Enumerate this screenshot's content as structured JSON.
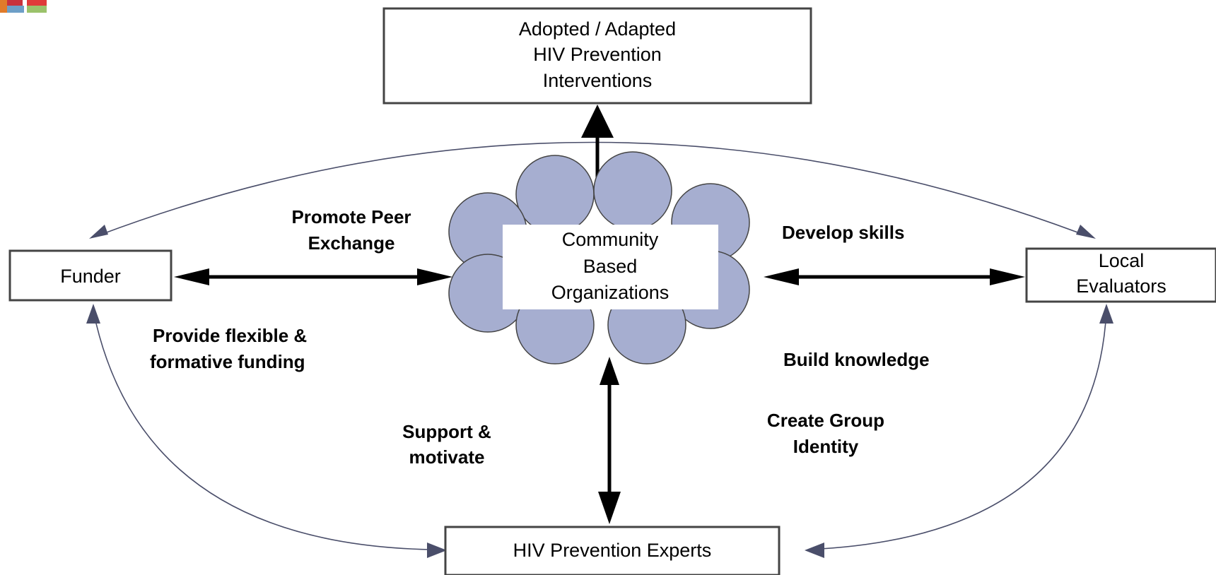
{
  "logo": {
    "colors": [
      "#e07b2a",
      "#c8323c",
      "#e03a3a",
      "#6d9fc7",
      "#9bc26b"
    ]
  },
  "nodes": {
    "interventions": [
      "Adopted / Adapted",
      "HIV Prevention",
      "Interventions"
    ],
    "funder": [
      "Funder"
    ],
    "cbo": [
      "Community",
      "Based",
      "Organizations"
    ],
    "evaluators": [
      "Local",
      "Evaluators"
    ],
    "experts": [
      "HIV Prevention Experts"
    ]
  },
  "labels": {
    "peer_exchange": [
      "Promote Peer",
      "Exchange"
    ],
    "develop_skills": [
      "Develop skills"
    ],
    "flexible_funding": [
      "Provide flexible &",
      "formative funding"
    ],
    "build_knowledge": [
      "Build knowledge"
    ],
    "support": [
      "Support &",
      "motivate"
    ],
    "group_identity": [
      "Create Group",
      "Identity"
    ]
  },
  "colors": {
    "petal_fill": "#a6aed0",
    "box_border": "#444444",
    "thin_arrow": "#4a4e6a",
    "thick_arrow": "#000000"
  }
}
